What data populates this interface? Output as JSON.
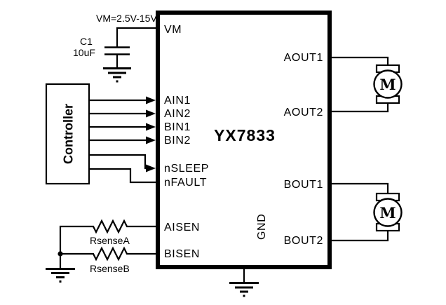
{
  "schematic": {
    "colors": {
      "line": "#000000",
      "background": "#ffffff"
    },
    "ic": {
      "name": "YX7833",
      "pins": {
        "vm": "VM",
        "ain1": "AIN1",
        "ain2": "AIN2",
        "bin1": "BIN1",
        "bin2": "BIN2",
        "nsleep": "nSLEEP",
        "nfault": "nFAULT",
        "aisen": "AISEN",
        "bisen": "BISEN",
        "aout1": "AOUT1",
        "aout2": "AOUT2",
        "bout1": "BOUT1",
        "bout2": "BOUT2",
        "gnd": "GND"
      }
    },
    "power": {
      "supply_label": "VM=2.5V-15V",
      "capacitor_ref": "C1",
      "capacitor_value": "10uF"
    },
    "controller": {
      "label": "Controller"
    },
    "sense": {
      "resistor_a_label": "RsenseA",
      "resistor_b_label": "RsenseB"
    },
    "motors": {
      "motor_a_symbol": "M",
      "motor_b_symbol": "M"
    }
  }
}
